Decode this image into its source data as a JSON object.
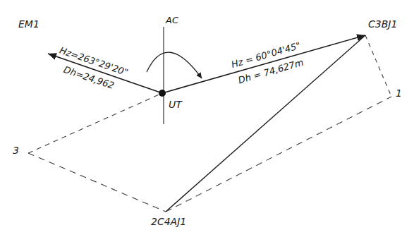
{
  "diagram": {
    "nodes": [
      {
        "text": [
          "EM1"
        ]
      },
      {
        "text": [
          "UT"
        ]
      },
      {
        "text": [
          "C3BJ1"
        ]
      },
      {
        "text": [
          "3"
        ]
      },
      {
        "text": [
          "1"
        ]
      },
      {
        "text": [
          "2C4AJ1"
        ]
      }
    ],
    "edges": [
      {
        "from": 1,
        "to": 0,
        "arrow": "to"
      },
      {
        "from": 1,
        "to": 2,
        "arrow": "to"
      },
      {
        "from": 5,
        "to": 2,
        "arrow": "none"
      },
      {
        "from": 3,
        "to": 1,
        "arrow": "none"
      },
      {
        "from": 3,
        "to": 5,
        "arrow": "none"
      },
      {
        "from": 5,
        "to": 4,
        "arrow": "none"
      },
      {
        "from": 2,
        "to": 4,
        "arrow": "none"
      }
    ],
    "labels": [
      "AC",
      "Hz=263°29'20\"",
      "Dh=24,962",
      "Hz = 60°04'45\"",
      "Dh = 74,627m"
    ]
  }
}
